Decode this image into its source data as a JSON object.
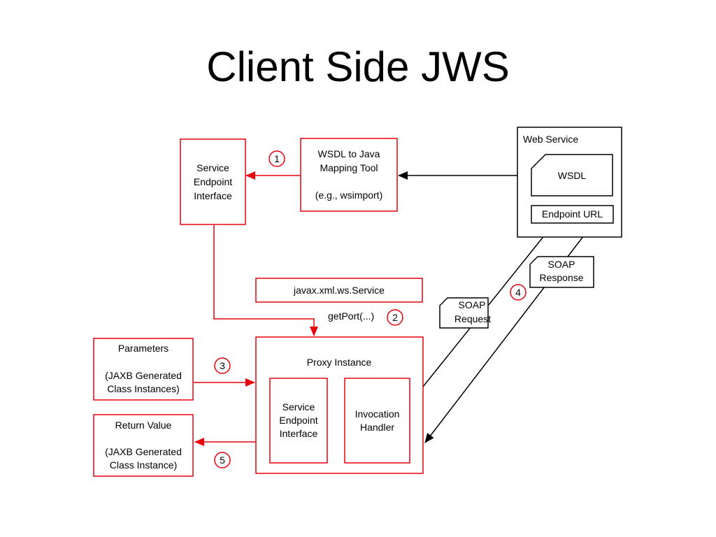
{
  "title": "Client Side JWS",
  "boxes": {
    "sei_left": [
      "Service",
      "Endpoint",
      "Interface"
    ],
    "wsdl_tool": [
      "WSDL to Java",
      "Mapping Tool",
      "",
      "(e.g., wsimport)"
    ],
    "web_service": "Web Service",
    "wsdl": "WSDL",
    "endpoint_url": "Endpoint URL",
    "javax_service": "javax.xml.ws.Service",
    "parameters": [
      "Parameters",
      "",
      "(JAXB Generated",
      "Class Instances)"
    ],
    "return_value": [
      "Return Value",
      "",
      "(JAXB Generated",
      "Class Instance)"
    ],
    "proxy_instance": "Proxy Instance",
    "sei_inner": [
      "Service",
      "Endpoint",
      "Interface"
    ],
    "invocation_handler": [
      "Invocation",
      "Handler"
    ],
    "soap_request": [
      "SOAP",
      "Request"
    ],
    "soap_response": [
      "SOAP",
      "Response"
    ]
  },
  "labels": {
    "get_port": "getPort(...)"
  },
  "steps": [
    "1",
    "2",
    "3",
    "4",
    "5"
  ],
  "colors": {
    "red": "#e8000b",
    "black": "#000000"
  }
}
